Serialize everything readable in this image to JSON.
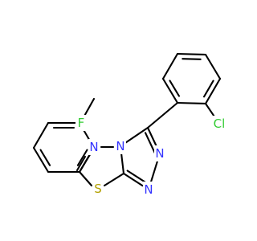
{
  "molecule": {
    "colors": {
      "bond": "#000000",
      "N": "#3333ff",
      "S": "#b2a000",
      "Cl": "#33cc33",
      "F": "#33cc33",
      "background": "#ffffff"
    },
    "atom_labels": {
      "cl": "Cl",
      "f": "F",
      "n4": "N",
      "n1": "N",
      "n2": "N",
      "n5": "N",
      "s": "S"
    }
  }
}
